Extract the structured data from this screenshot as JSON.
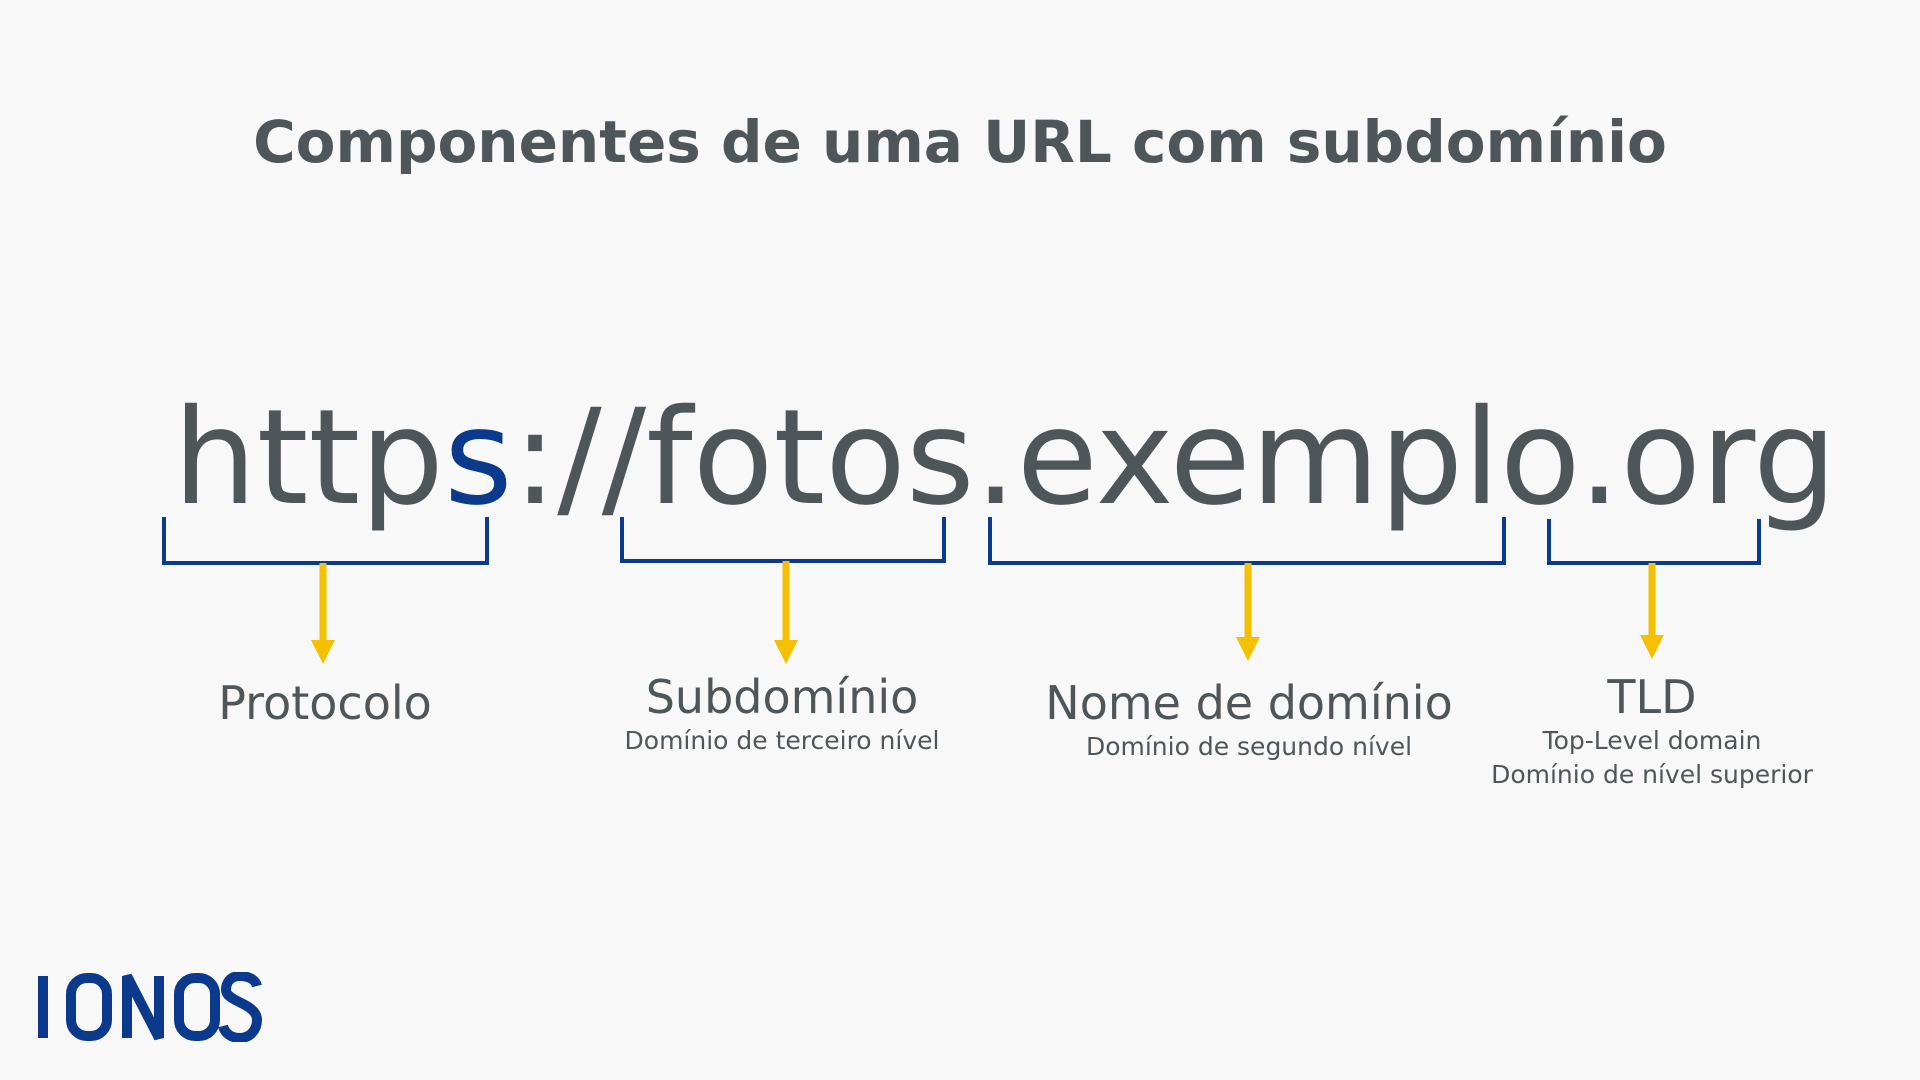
{
  "title": "Componentes de uma URL com subdomínio",
  "url": {
    "part_protocol_plain": "http",
    "part_protocol_accent": "s",
    "part_separator": "://",
    "part_subdomain": "fotos",
    "part_dot1": ".",
    "part_domain": "exemplo",
    "part_dot2": ".",
    "part_tld": "org"
  },
  "labels": {
    "protocol": {
      "main": "Protocolo"
    },
    "subdomain": {
      "main": "Subdomínio",
      "sub": "Domínio de terceiro nível"
    },
    "domain_name": {
      "main": "Nome de domínio",
      "sub": "Domínio de segundo nível"
    },
    "tld": {
      "main": "TLD",
      "sub1": "Top-Level domain",
      "sub2": "Domínio de nível superior"
    }
  },
  "logo": {
    "text": "IONOS"
  },
  "colors": {
    "text": "#4f565a",
    "bracket": "#0b3a8c",
    "arrow": "#f5c000",
    "accent": "#0b3a8c",
    "background": "#f8f8f8"
  },
  "icons": [
    "bracket-shape",
    "arrow-down-icon",
    "ionos-logo"
  ]
}
